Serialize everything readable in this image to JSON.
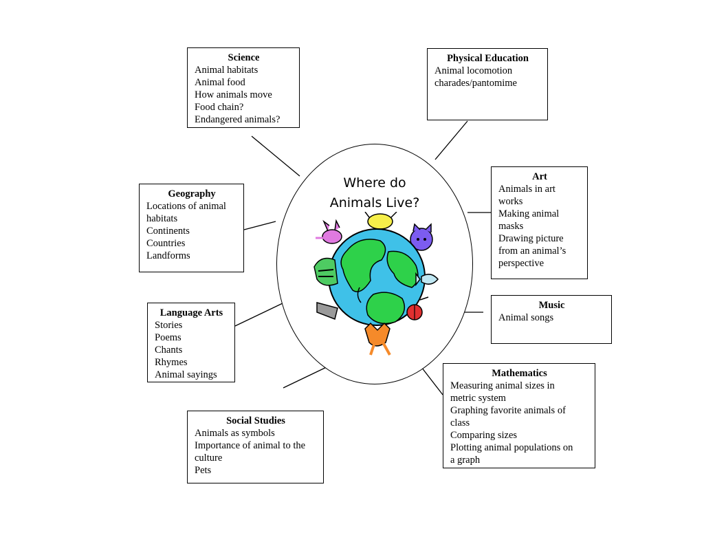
{
  "center": {
    "title_line1": "Where do",
    "title_line2": "Animals Live?",
    "illustration": "globe-with-animals-icon"
  },
  "boxes": {
    "science": {
      "heading": "Science",
      "items": [
        "Animal habitats",
        "Animal food",
        "How animals move",
        "Food chain?",
        "Endangered animals?"
      ]
    },
    "physical_education": {
      "heading": "Physical Education",
      "items": [
        "Animal locomotion",
        "charades/pantomime"
      ]
    },
    "geography": {
      "heading": "Geography",
      "items": [
        "Locations of animal",
        "habitats",
        "Continents",
        "Countries",
        "Landforms"
      ]
    },
    "art": {
      "heading": "Art",
      "items": [
        "Animals in art",
        "works",
        "Making animal",
        "masks",
        "Drawing picture",
        "from an animal’s",
        "perspective"
      ]
    },
    "music": {
      "heading": "Music",
      "items": [
        "Animal songs"
      ]
    },
    "language_arts": {
      "heading": "Language Arts",
      "items": [
        "Stories",
        "Poems",
        "Chants",
        "Rhymes",
        "Animal sayings"
      ]
    },
    "mathematics": {
      "heading": "Mathematics",
      "items": [
        "Measuring animal sizes in",
        "metric system",
        "Graphing favorite animals of",
        "class",
        "Comparing sizes",
        "Plotting animal populations on",
        "a graph"
      ]
    },
    "social_studies": {
      "heading": "Social Studies",
      "items": [
        "Animals as symbols",
        "Importance of animal to the",
        "culture",
        "Pets"
      ]
    }
  }
}
